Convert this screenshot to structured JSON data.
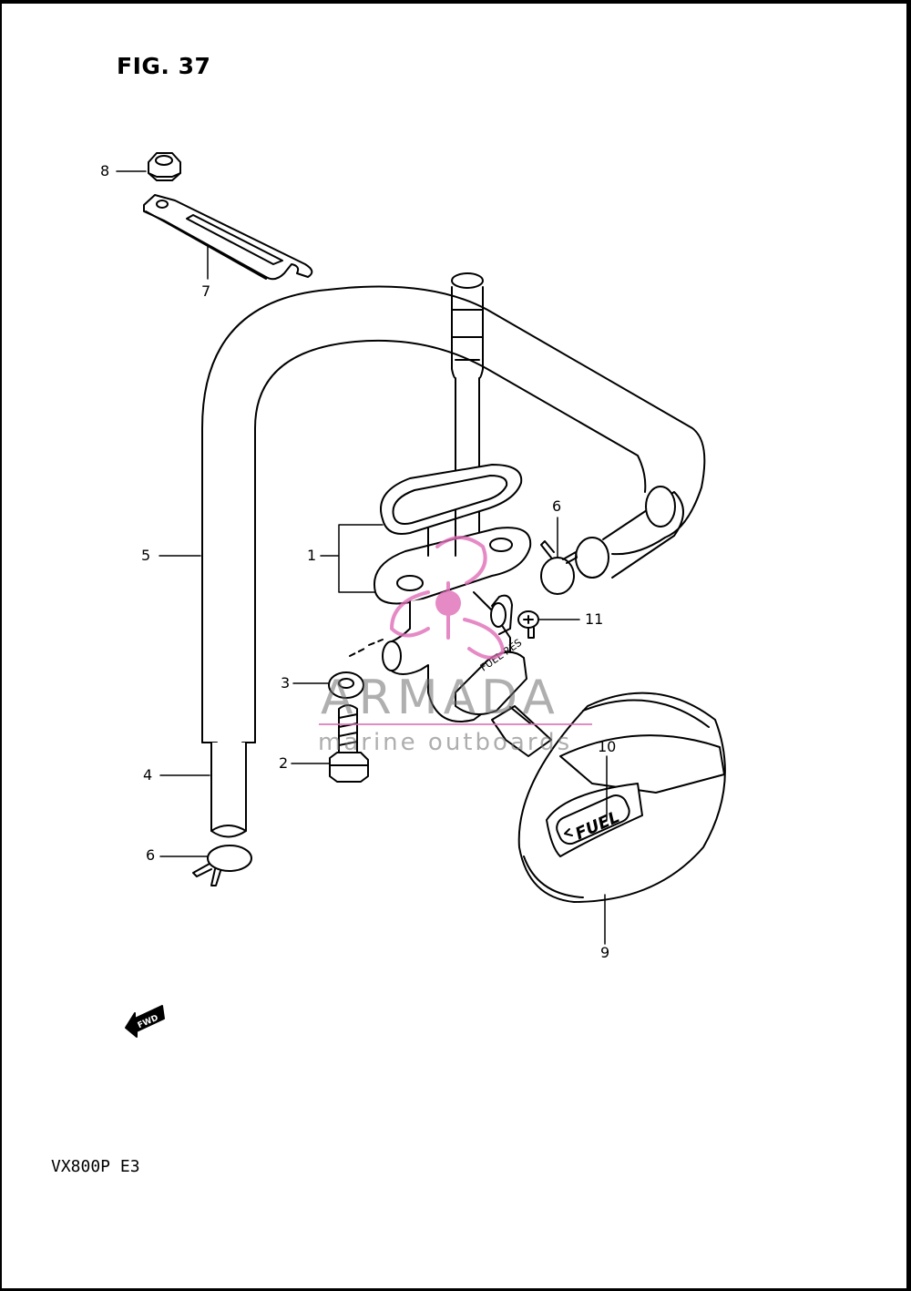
{
  "figure": {
    "title": "FIG. 37",
    "model_code": "VX800P  E3"
  },
  "callouts": [
    {
      "id": "c8",
      "label": "8"
    },
    {
      "id": "c7",
      "label": "7"
    },
    {
      "id": "c5",
      "label": "5"
    },
    {
      "id": "c1",
      "label": "1"
    },
    {
      "id": "c6a",
      "label": "6"
    },
    {
      "id": "c11",
      "label": "11"
    },
    {
      "id": "c3",
      "label": "3"
    },
    {
      "id": "c2",
      "label": "2"
    },
    {
      "id": "c4",
      "label": "4"
    },
    {
      "id": "c6b",
      "label": "6"
    },
    {
      "id": "c10",
      "label": "10"
    },
    {
      "id": "c9",
      "label": "9"
    }
  ],
  "part_markings": {
    "valve_lever": "FUEL RES",
    "cap_emblem": "FUEL",
    "direction_arrow": "FWD"
  },
  "watermark": {
    "name": "ARMADA",
    "tagline": "marine outboards",
    "accent_color": "#e06db8"
  }
}
